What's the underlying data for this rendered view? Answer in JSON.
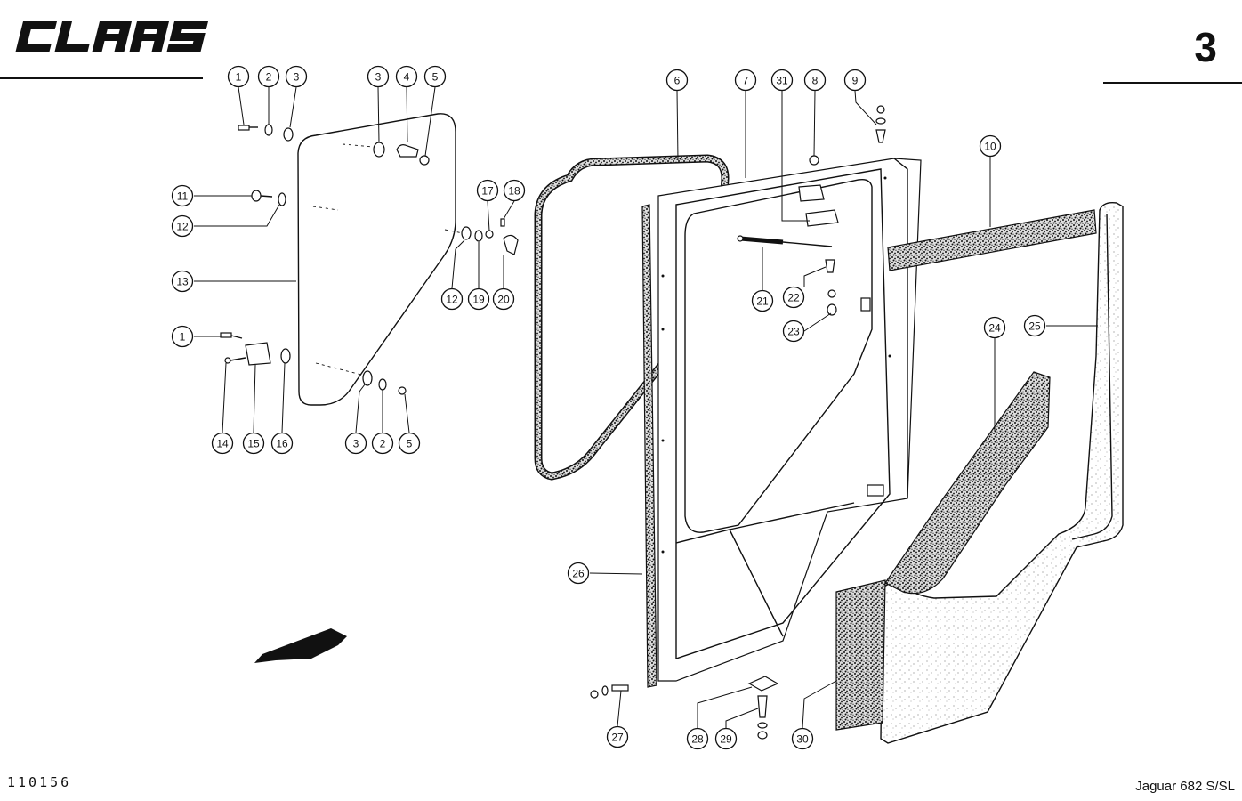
{
  "brand": {
    "logo_text": "CLAAS"
  },
  "sheet": {
    "page_number": "3",
    "drawing_number": "110156",
    "model": "Jaguar 682 S/SL"
  },
  "diagram": {
    "callouts": [
      {
        "id": "c1a",
        "label": "1"
      },
      {
        "id": "c2a",
        "label": "2"
      },
      {
        "id": "c3a",
        "label": "3"
      },
      {
        "id": "c3b",
        "label": "3"
      },
      {
        "id": "c4",
        "label": "4"
      },
      {
        "id": "c5a",
        "label": "5"
      },
      {
        "id": "c11",
        "label": "11"
      },
      {
        "id": "c12a",
        "label": "12"
      },
      {
        "id": "c13",
        "label": "13"
      },
      {
        "id": "c1b",
        "label": "1"
      },
      {
        "id": "c14",
        "label": "14"
      },
      {
        "id": "c15",
        "label": "15"
      },
      {
        "id": "c16",
        "label": "16"
      },
      {
        "id": "c3c",
        "label": "3"
      },
      {
        "id": "c2b",
        "label": "2"
      },
      {
        "id": "c5b",
        "label": "5"
      },
      {
        "id": "c17",
        "label": "17"
      },
      {
        "id": "c18",
        "label": "18"
      },
      {
        "id": "c12b",
        "label": "12"
      },
      {
        "id": "c19",
        "label": "19"
      },
      {
        "id": "c20",
        "label": "20"
      },
      {
        "id": "c6",
        "label": "6"
      },
      {
        "id": "c7",
        "label": "7"
      },
      {
        "id": "c31",
        "label": "31"
      },
      {
        "id": "c8",
        "label": "8"
      },
      {
        "id": "c9",
        "label": "9"
      },
      {
        "id": "c10",
        "label": "10"
      },
      {
        "id": "c21",
        "label": "21"
      },
      {
        "id": "c22",
        "label": "22"
      },
      {
        "id": "c23",
        "label": "23"
      },
      {
        "id": "c24",
        "label": "24"
      },
      {
        "id": "c25",
        "label": "25"
      },
      {
        "id": "c26",
        "label": "26"
      },
      {
        "id": "c27",
        "label": "27"
      },
      {
        "id": "c28",
        "label": "28"
      },
      {
        "id": "c29",
        "label": "29"
      },
      {
        "id": "c30",
        "label": "30"
      }
    ]
  }
}
